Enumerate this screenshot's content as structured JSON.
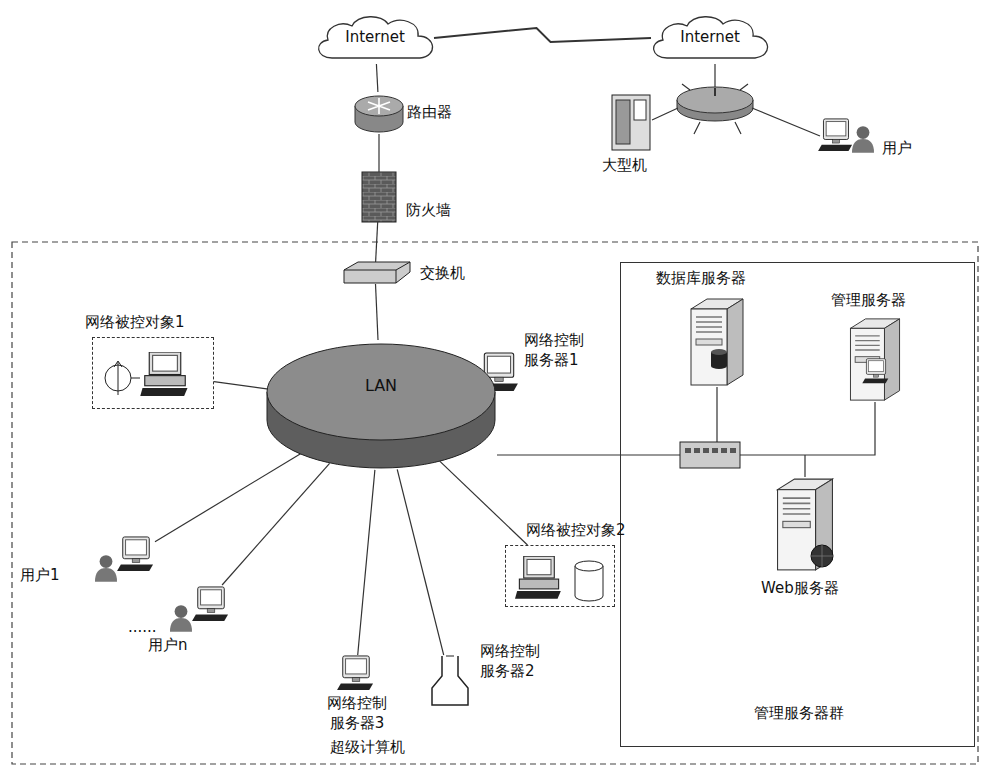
{
  "diagram": {
    "nodes": [
      {
        "text": [
          "Internet"
        ]
      },
      {
        "text": [
          "Internet"
        ]
      },
      {
        "text": [
          "路由器"
        ]
      },
      {
        "text": [
          "防火墙"
        ]
      },
      {
        "text": [
          "大型机"
        ]
      },
      {
        "text": [
          "用户"
        ]
      },
      {
        "text": [
          "交换机"
        ]
      },
      {
        "text": [
          "LAN"
        ]
      },
      {
        "text": [
          "网络被控对象1"
        ]
      },
      {
        "text": [
          "网络控制 服务器1"
        ]
      },
      {
        "text": [
          "用户1"
        ]
      },
      {
        "text": [
          "用户n"
        ]
      },
      {
        "text": [
          "网络控制 服务器3"
        ]
      },
      {
        "text": [
          "网络控制 服务器2",
          "超级计算机"
        ]
      },
      {
        "text": [
          "网络被控对象2"
        ]
      },
      {
        "text": [
          "管理服务器群"
        ]
      },
      {
        "text": [
          "数据库服务器"
        ],
        "in": 15
      },
      {
        "text": [
          "管理服务器"
        ],
        "in": 15
      },
      {
        "text": [
          "Web服务器"
        ],
        "in": 15
      }
    ],
    "edges": [
      {
        "from": 0,
        "to": 1,
        "arrow": "none"
      },
      {
        "from": 0,
        "to": 2,
        "arrow": "none"
      },
      {
        "from": 2,
        "to": 3,
        "arrow": "none"
      },
      {
        "from": 3,
        "to": 6,
        "arrow": "none"
      },
      {
        "from": 6,
        "to": 7,
        "arrow": "none"
      },
      {
        "from": 7,
        "to": 8,
        "arrow": "none"
      },
      {
        "from": 7,
        "to": 9,
        "arrow": "none"
      },
      {
        "from": 7,
        "to": 10,
        "arrow": "none"
      },
      {
        "from": 7,
        "to": 11,
        "arrow": "none"
      },
      {
        "from": 7,
        "to": 12,
        "arrow": "none"
      },
      {
        "from": 7,
        "to": 13,
        "arrow": "none"
      },
      {
        "from": 7,
        "to": 14,
        "arrow": "none"
      },
      {
        "from": 7,
        "to": 15,
        "arrow": "none"
      }
    ],
    "labels": [
      "......"
    ]
  }
}
